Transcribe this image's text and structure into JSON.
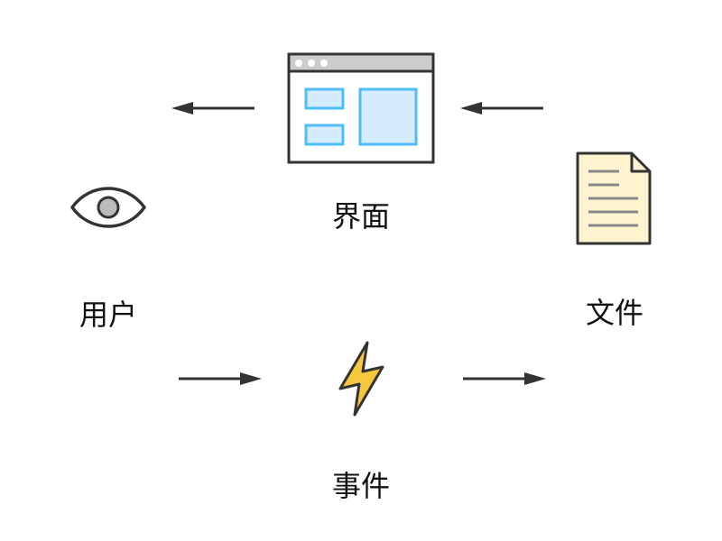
{
  "nodes": {
    "interface": {
      "label": "界面",
      "icon": "browser-window-icon"
    },
    "user": {
      "label": "用户",
      "icon": "eye-icon"
    },
    "file": {
      "label": "文件",
      "icon": "document-icon"
    },
    "event": {
      "label": "事件",
      "icon": "lightning-icon"
    }
  },
  "colors": {
    "stroke": "#333333",
    "window_bar": "#cccccc",
    "window_panel_fill": "#d4ecfc",
    "window_panel_stroke": "#4fbef8",
    "eye_pupil": "#bbbbbb",
    "document_fill": "#fff4cf",
    "document_lines": "#888888",
    "bolt_fill": "#f7c83d"
  }
}
